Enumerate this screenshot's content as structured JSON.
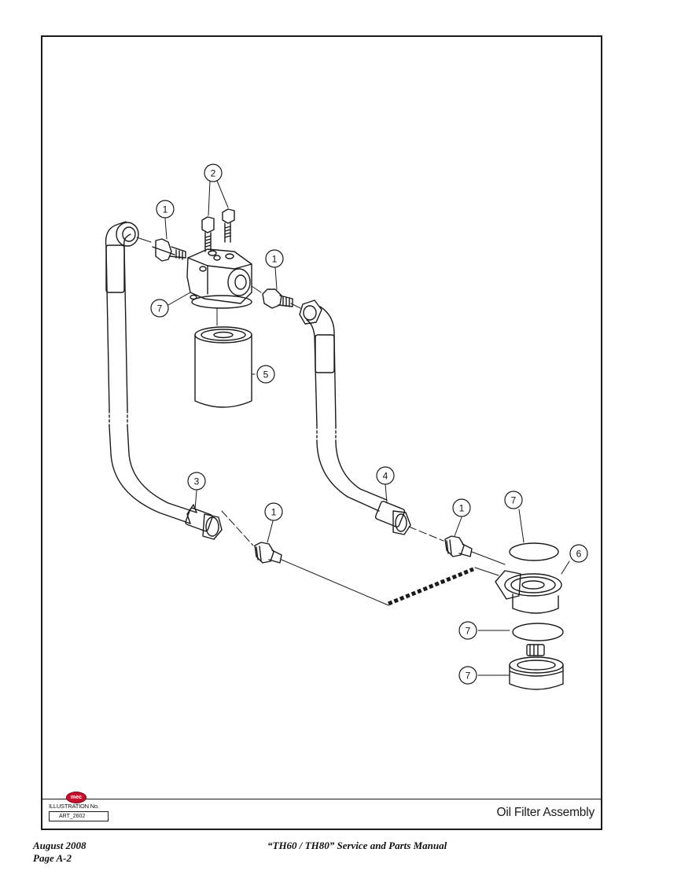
{
  "diagram": {
    "callouts": [
      "1",
      "2",
      "1",
      "7",
      "5",
      "1",
      "3",
      "4",
      "1",
      "7",
      "6",
      "7",
      "7"
    ]
  },
  "title_block": {
    "logo_text": "mec",
    "illustration_label": "ILLUSTRATION No.",
    "illustration_number": "ART_2602",
    "title": "Oil Filter Assembly"
  },
  "footer": {
    "date": "August 2008",
    "page": "Page A-2",
    "manual_title": "“TH60 / TH80” Service and Parts Manual"
  }
}
